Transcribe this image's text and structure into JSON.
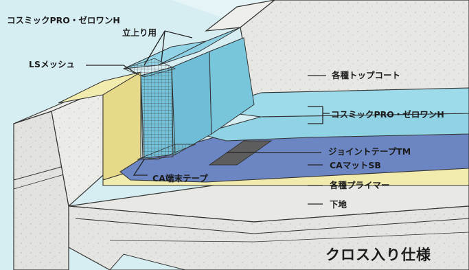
{
  "labels": {
    "cosmic_upstand_line1": "コスミックPRO・ゼロワンH",
    "cosmic_upstand_line2": "立上り用",
    "ls_mesh": "LSメッシュ",
    "topcoat": "各種トップコート",
    "cosmic_main": "コスミックPRO・ゼロワンH",
    "joint_tape": "ジョイントテープTM",
    "ca_mat": "CAマットSB",
    "ca_end_tape": "CA端末テープ",
    "primer": "各種プライマー",
    "substrate": "下地"
  },
  "title": "クロス入り仕様",
  "colors": {
    "background": "#d6eef2",
    "concrete": "#e6e6e2",
    "primer": "#f1ecae",
    "mat": "#6c86c4",
    "membrane": "#8fd3e5",
    "upstand_membrane": "#72c2da",
    "joint_tape": "#5d5d5d",
    "mesh": "#555555",
    "leader": "#222222"
  }
}
